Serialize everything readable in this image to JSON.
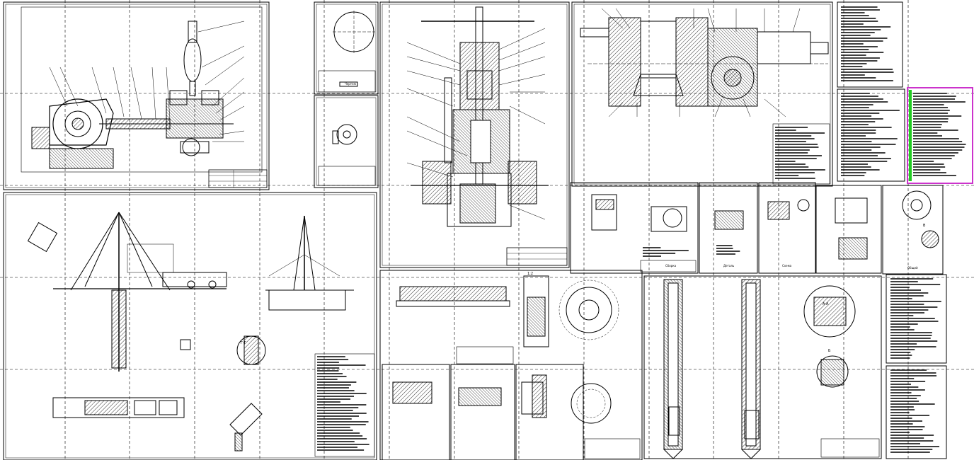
{
  "window": {
    "title": ""
  },
  "sheets": {
    "sheet_labels": {
      "section_ab": "A-A",
      "view_b": "Б",
      "view_c": "В",
      "view_d": "Г-Г",
      "detail_x": "1:2"
    },
    "stamp_texts": [
      "Чертеж",
      "Сборка",
      "Деталь",
      "Схема",
      "Общий"
    ]
  },
  "colors": {
    "line": "#000000",
    "background": "#ffffff",
    "highlight_frame_outer": "#cc33cc",
    "highlight_frame_inner": "#22cc22"
  }
}
